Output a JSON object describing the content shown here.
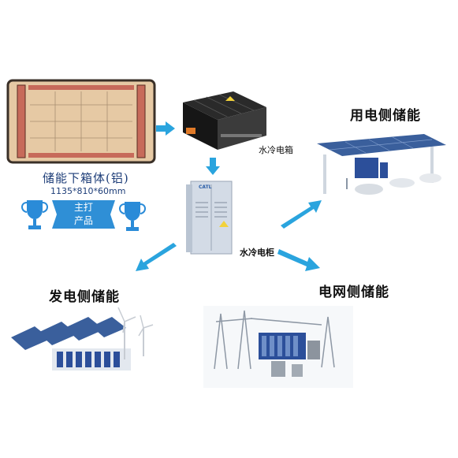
{
  "product": {
    "title": "储能下箱体(铝)",
    "dimensions": "1135*810*60mm",
    "badge_line1": "主打",
    "badge_line2": "产品"
  },
  "labels": {
    "water_box": "水冷电箱",
    "water_cabinet": "水冷电柜",
    "user_side": "用电侧储能",
    "generation_side": "发电侧储能",
    "grid_side": "电网侧储能",
    "cabinet_logo": "CATL"
  },
  "colors": {
    "tray_fill": "#e6c9a4",
    "tray_rail": "#c76a5a",
    "arrow": "#2aa4de",
    "badge": "#2f8fd6",
    "trophy": "#2a8bd8",
    "panel": "#3a5f9c"
  }
}
